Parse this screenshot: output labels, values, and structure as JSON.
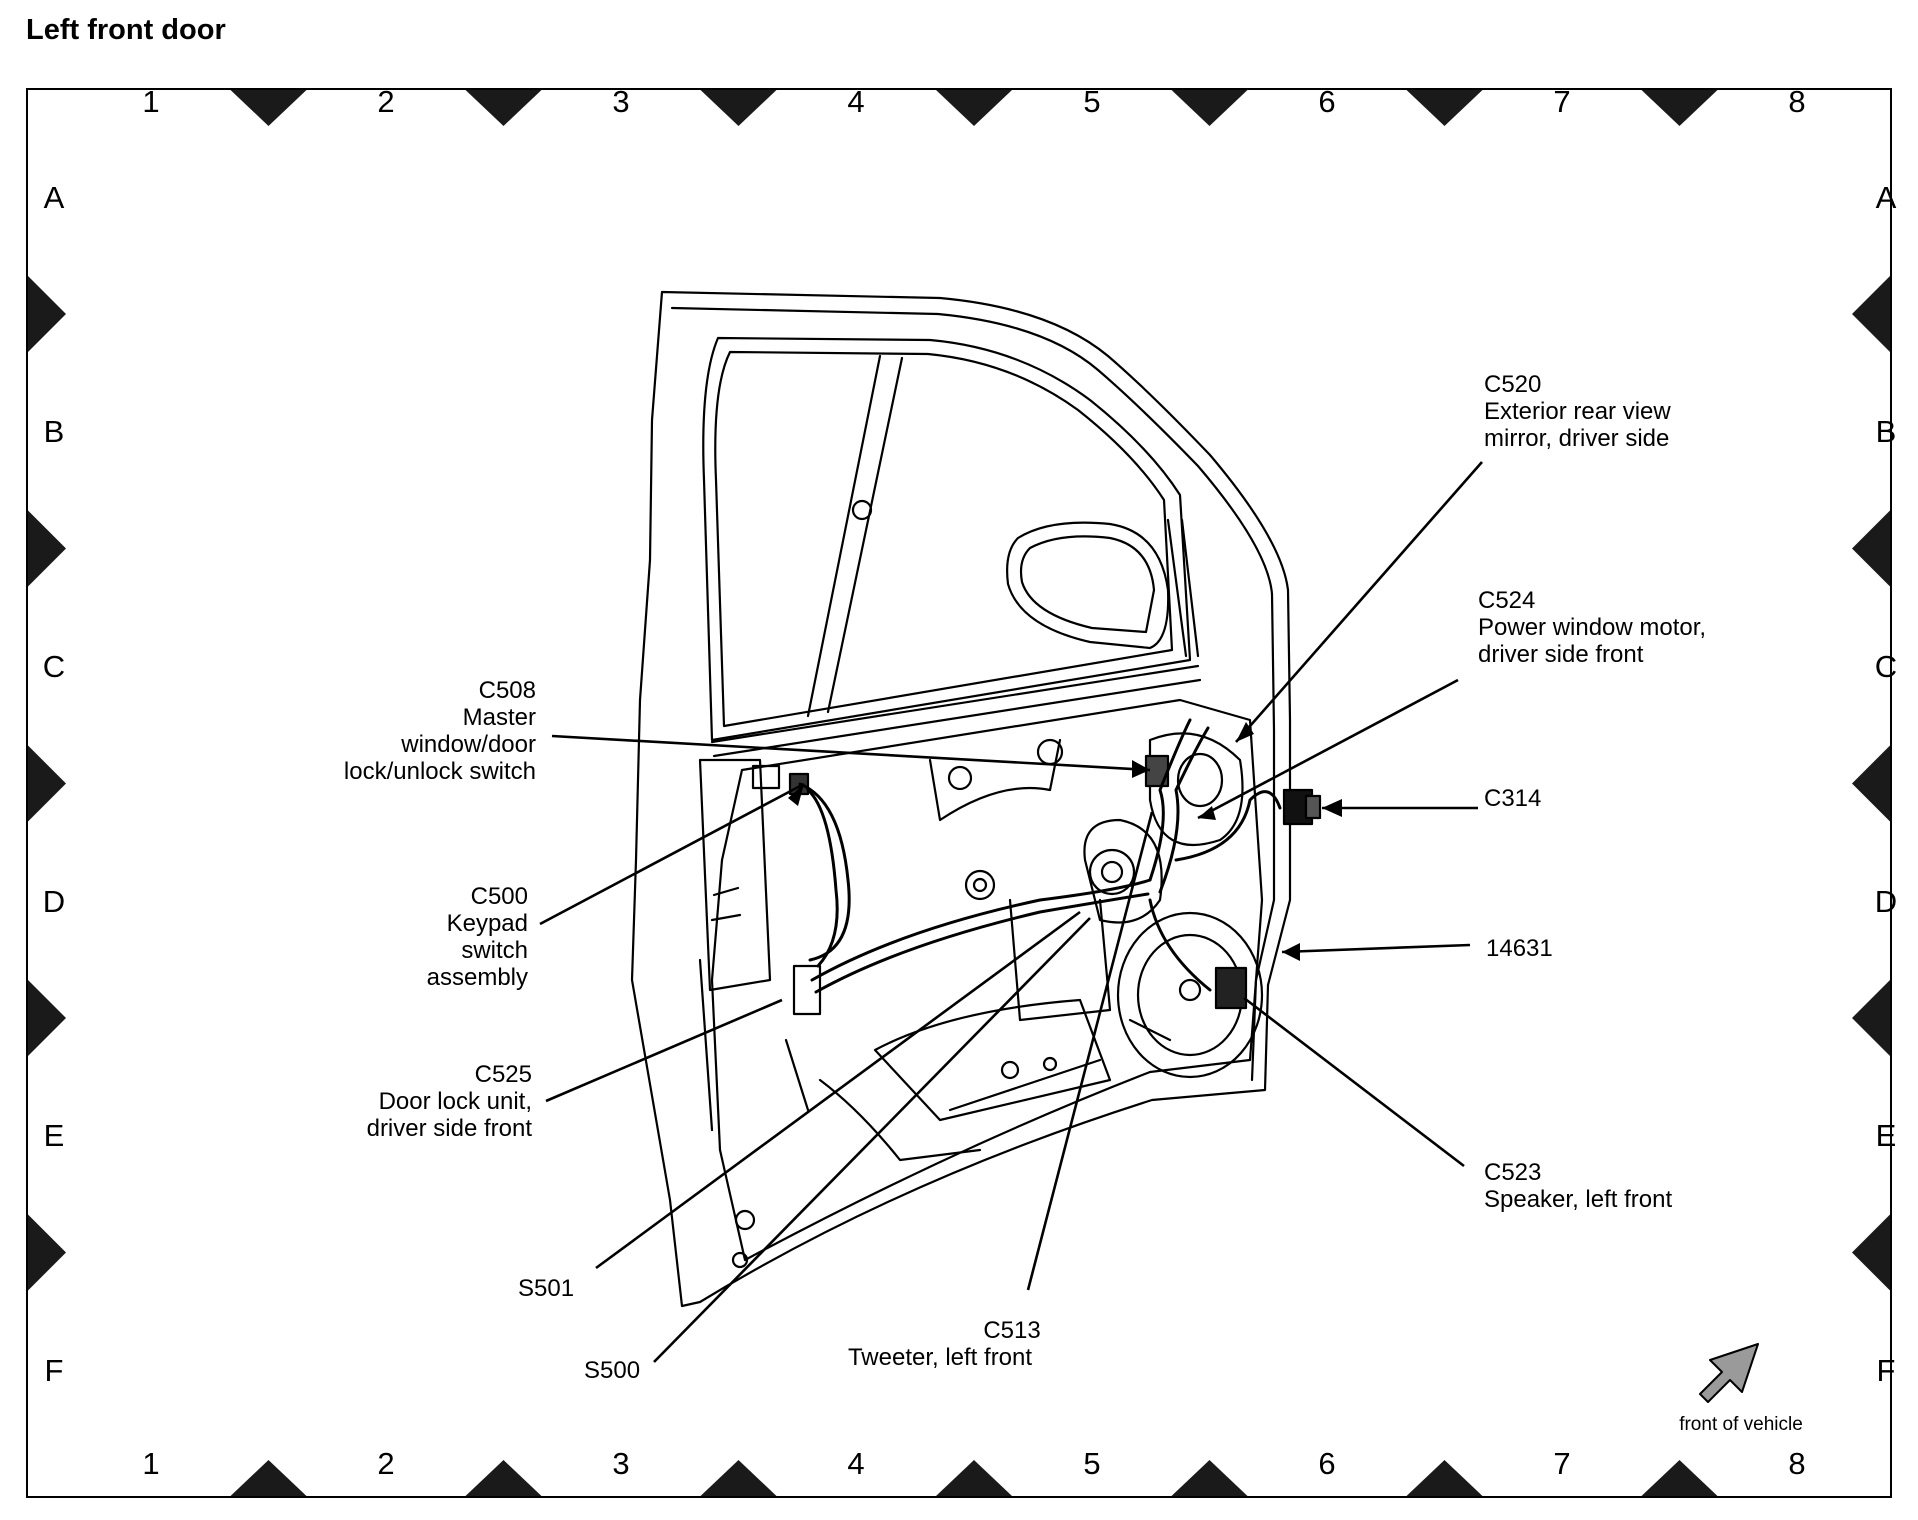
{
  "title": "Left front door",
  "grid": {
    "columns": [
      "1",
      "2",
      "3",
      "4",
      "5",
      "6",
      "7",
      "8"
    ],
    "rows": [
      "A",
      "B",
      "C",
      "D",
      "E",
      "F"
    ]
  },
  "callouts": {
    "c520": {
      "code": "C520",
      "lines": [
        "Exterior rear view",
        "mirror, driver side"
      ]
    },
    "c524": {
      "code": "C524",
      "lines": [
        "Power window motor,",
        "driver side front"
      ]
    },
    "c508": {
      "code": "C508",
      "lines": [
        "Master",
        "window/door",
        "lock/unlock switch"
      ]
    },
    "c314": {
      "code": "C314",
      "lines": []
    },
    "c500": {
      "code": "C500",
      "lines": [
        "Keypad",
        "switch",
        "assembly"
      ]
    },
    "n14631": {
      "code": "14631",
      "lines": []
    },
    "c525": {
      "code": "C525",
      "lines": [
        "Door lock unit,",
        "driver side front"
      ]
    },
    "c523": {
      "code": "C523",
      "lines": [
        "Speaker, left front"
      ]
    },
    "s501": {
      "code": "S501",
      "lines": []
    },
    "s500": {
      "code": "S500",
      "lines": []
    },
    "c513": {
      "code": "C513",
      "lines": [
        "Tweeter, left front"
      ]
    }
  },
  "orientation": {
    "label": "front of vehicle",
    "icon": "arrow-up-right-icon"
  },
  "colors": {
    "line": "#000000",
    "marker": "#1a1a1a",
    "background": "#ffffff"
  }
}
